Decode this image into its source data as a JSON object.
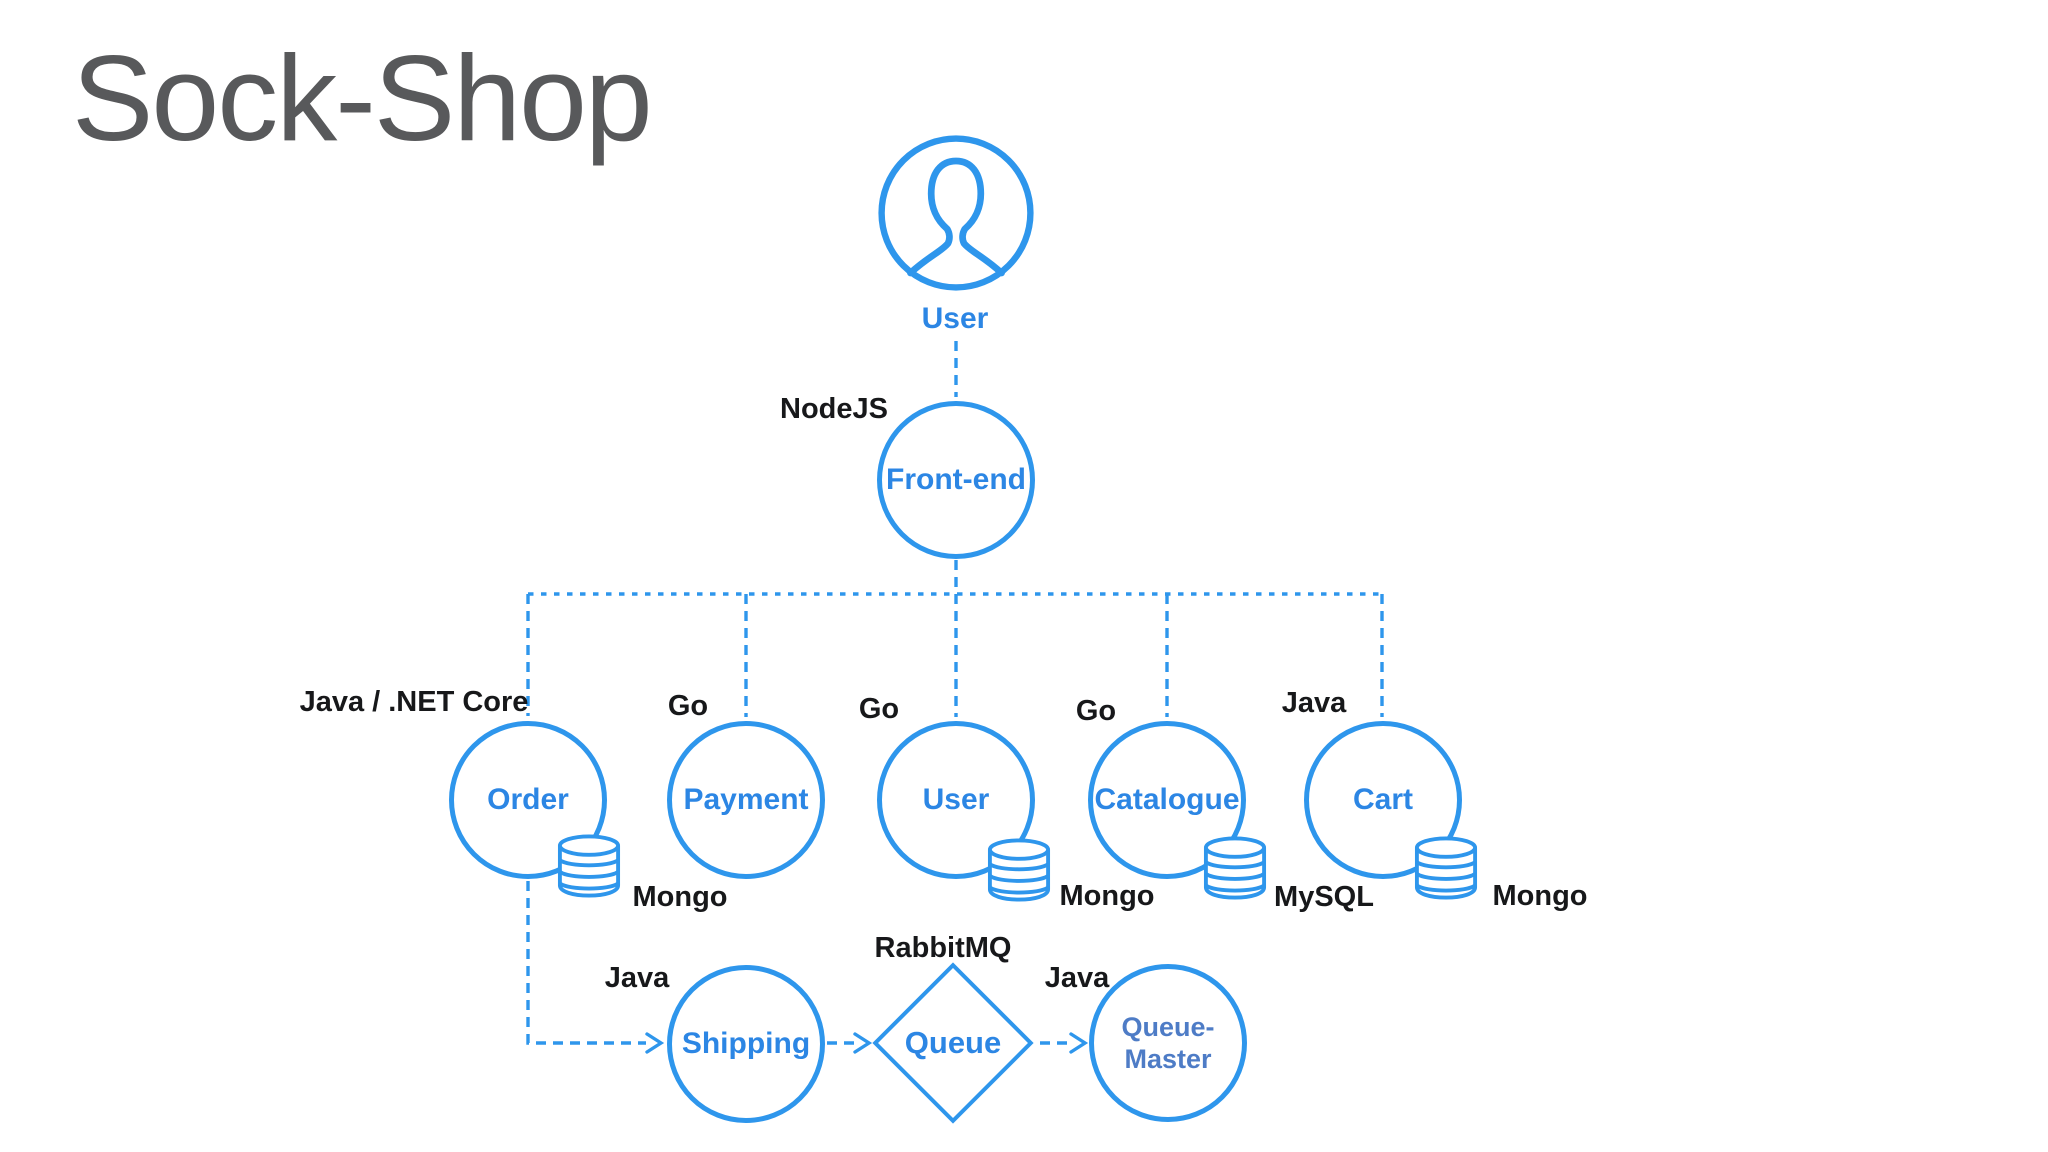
{
  "title": "Sock-Shop",
  "colors": {
    "accent_blue": "#2e96ec",
    "node_label_blue": "#2c86e4",
    "queue_master_label_blue": "#4e7cc6",
    "tech_label_black": "#17181a",
    "title_gray": "#58595b",
    "background": "#ffffff"
  },
  "actor": {
    "label": "User"
  },
  "frontend": {
    "label": "Front-end",
    "tech": "NodeJS"
  },
  "services": {
    "order": {
      "label": "Order",
      "tech": "Java / .NET Core",
      "db": "Mongo"
    },
    "payment": {
      "label": "Payment",
      "tech": "Go"
    },
    "user": {
      "label": "User",
      "tech": "Go",
      "db": "Mongo"
    },
    "catalogue": {
      "label": "Catalogue",
      "tech": "Go",
      "db": "MySQL"
    },
    "cart": {
      "label": "Cart",
      "tech": "Java",
      "db": "Mongo"
    }
  },
  "messaging": {
    "shipping": {
      "label": "Shipping",
      "tech": "Java"
    },
    "queue": {
      "label": "Queue",
      "tech": "RabbitMQ"
    },
    "queue_master": {
      "label": "Queue-Master",
      "tech": "Java"
    }
  }
}
